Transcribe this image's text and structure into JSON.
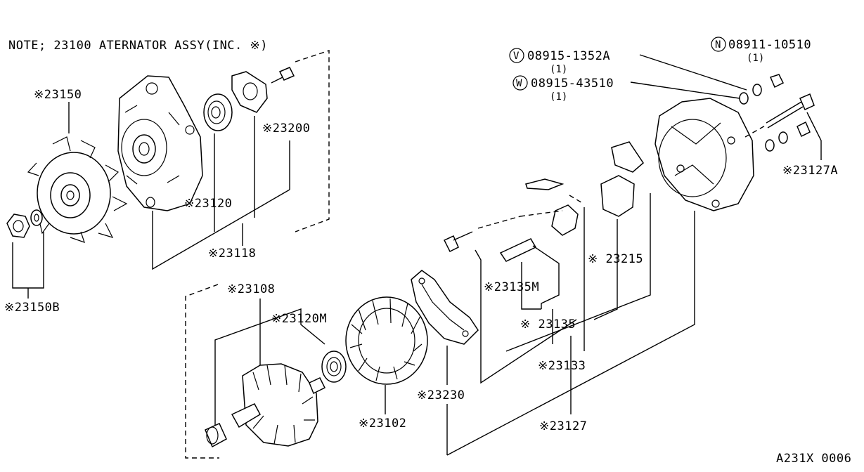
{
  "note": "NOTE; 23100 ATERNATOR ASSY(INC. ※)",
  "drawing_code": "A231X 0006",
  "callouts": {
    "p23150": "※23150",
    "p23150b": "※23150B",
    "p23120": "※23120",
    "p23118": "※23118",
    "p23200": "※23200",
    "p23108": "※23108",
    "p23120m": "※23120M",
    "p23102": "※23102",
    "p23230": "※23230",
    "p23135m": "※23135M",
    "p23135": "※ 23135",
    "p23133": "※23133",
    "p23127": "※23127",
    "p23215": "※ 23215",
    "p23127a": "※23127A"
  },
  "fasteners": {
    "v": {
      "letter": "V",
      "part": "08915-1352A",
      "qty": "(1)"
    },
    "w": {
      "letter": "W",
      "part": "08915-43510",
      "qty": "(1)"
    },
    "n": {
      "letter": "N",
      "part": "08911-10510",
      "qty": "(1)"
    }
  }
}
